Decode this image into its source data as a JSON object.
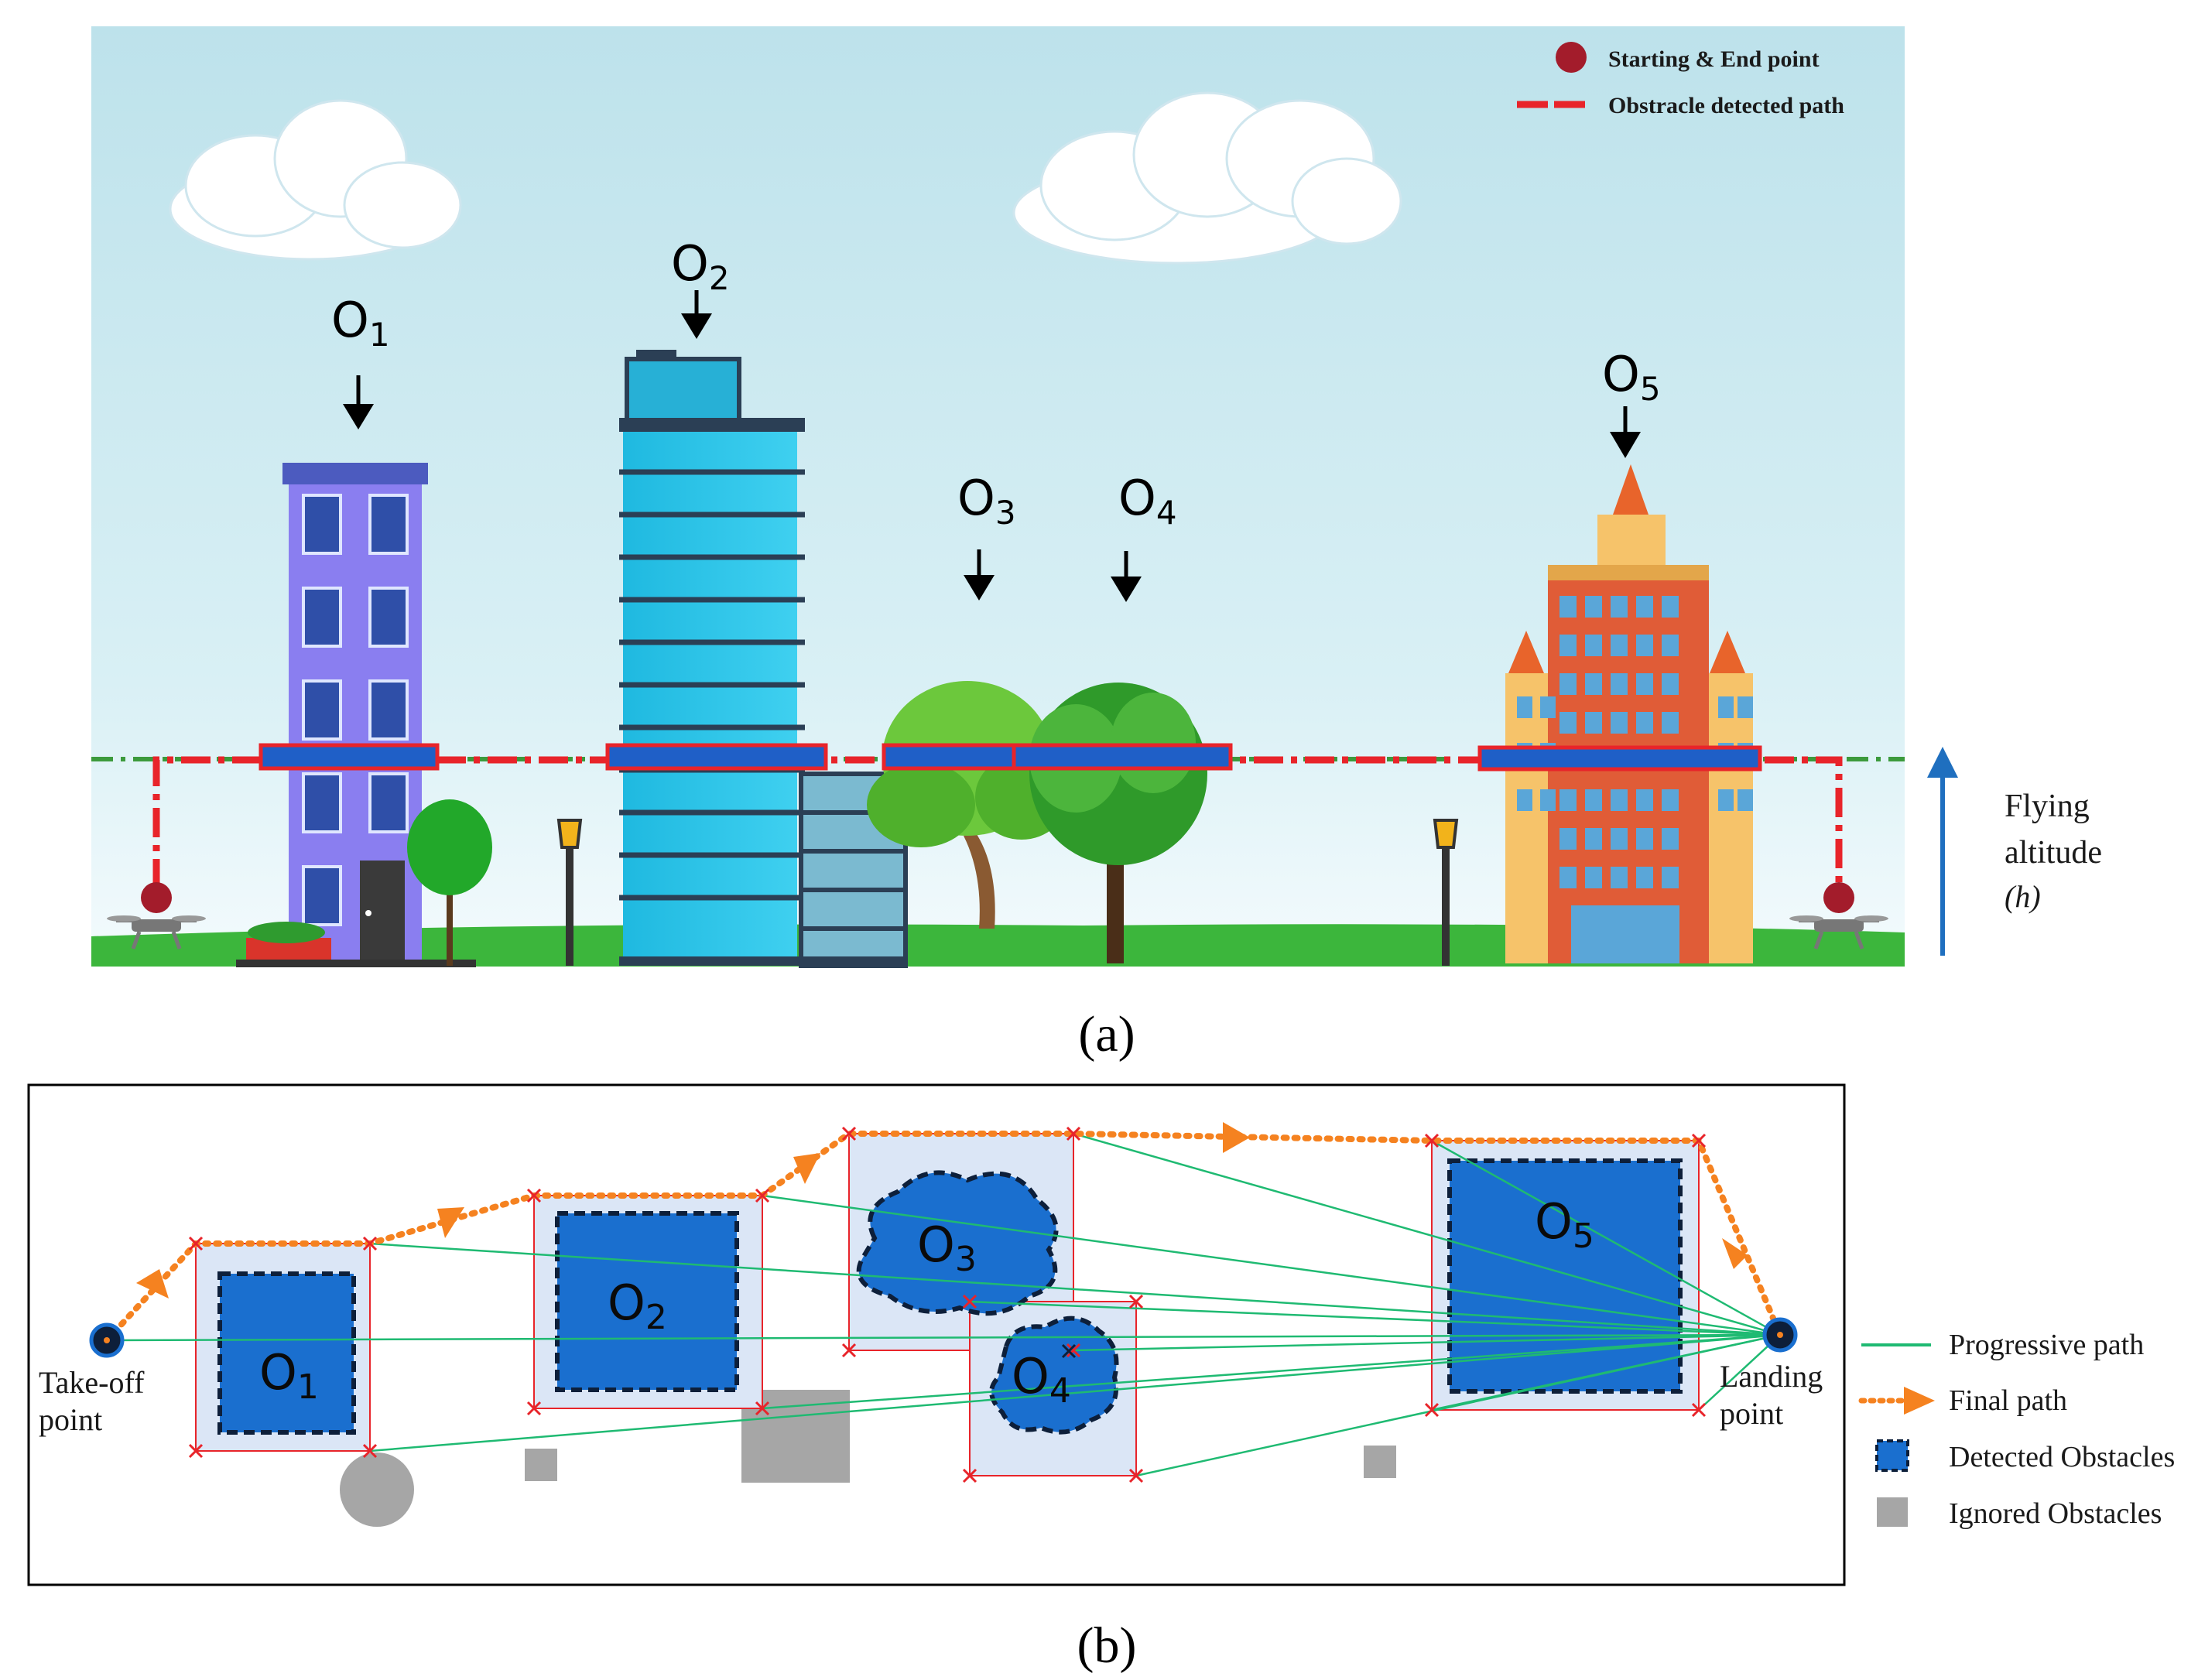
{
  "panel_a": {
    "caption": "(a)",
    "legend": {
      "start_end": "Starting & End point",
      "obstacle_path": "Obstracle detected path"
    },
    "altitude": {
      "line1": "Flying",
      "line2": "altitude",
      "line3": "(h)"
    },
    "obstacles": [
      {
        "letter": "O",
        "sub": "1"
      },
      {
        "letter": "O",
        "sub": "2"
      },
      {
        "letter": "O",
        "sub": "3"
      },
      {
        "letter": "O",
        "sub": "4"
      },
      {
        "letter": "O",
        "sub": "5"
      }
    ]
  },
  "panel_b": {
    "caption": "(b)",
    "takeoff": {
      "line1": "Take-off",
      "line2": "point"
    },
    "landing": {
      "line1": "Landing",
      "line2": "point"
    },
    "obstacles": [
      {
        "letter": "O",
        "sub": "1"
      },
      {
        "letter": "O",
        "sub": "2"
      },
      {
        "letter": "O",
        "sub": "3"
      },
      {
        "letter": "O",
        "sub": "4"
      },
      {
        "letter": "O",
        "sub": "5"
      }
    ],
    "legend": {
      "progressive": "Progressive path",
      "final": "Final path",
      "detected": "Detected Obstacles",
      "ignored": "Ignored Obstacles"
    }
  },
  "colors": {
    "sky_top": "#bfe3ec",
    "grass": "#3cb63c",
    "path_red": "#e8242a",
    "detected_blue": "#1a6fcf",
    "progressive_green": "#1fba72",
    "final_orange": "#f58220",
    "ignored_gray": "#a6a6a6",
    "altitude_arrow": "#1f6fbf"
  }
}
